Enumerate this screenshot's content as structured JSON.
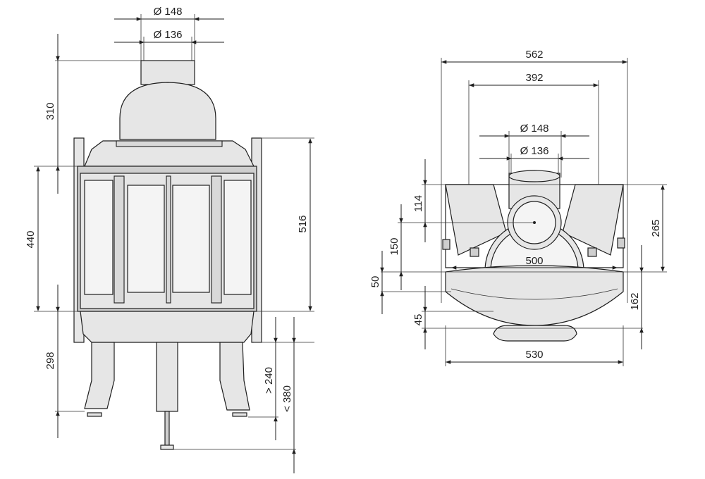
{
  "front_view": {
    "dims": {
      "flue_outer": "Ø 148",
      "flue_inner": "Ø 136",
      "top_height": "310",
      "door_height": "440",
      "body_height": "516",
      "leg_height": "298",
      "min_height": "> 240",
      "max_height": "< 380"
    }
  },
  "top_view": {
    "dims": {
      "total_width": "562",
      "inner_width": "392",
      "flue_outer": "Ø 148",
      "flue_inner": "Ø 136",
      "flue_offset": "114",
      "flue_to_front": "150",
      "front_depth": "50",
      "front_radius": "500",
      "step": "45",
      "side_depth": "265",
      "front_height": "162",
      "base_width": "530"
    }
  }
}
